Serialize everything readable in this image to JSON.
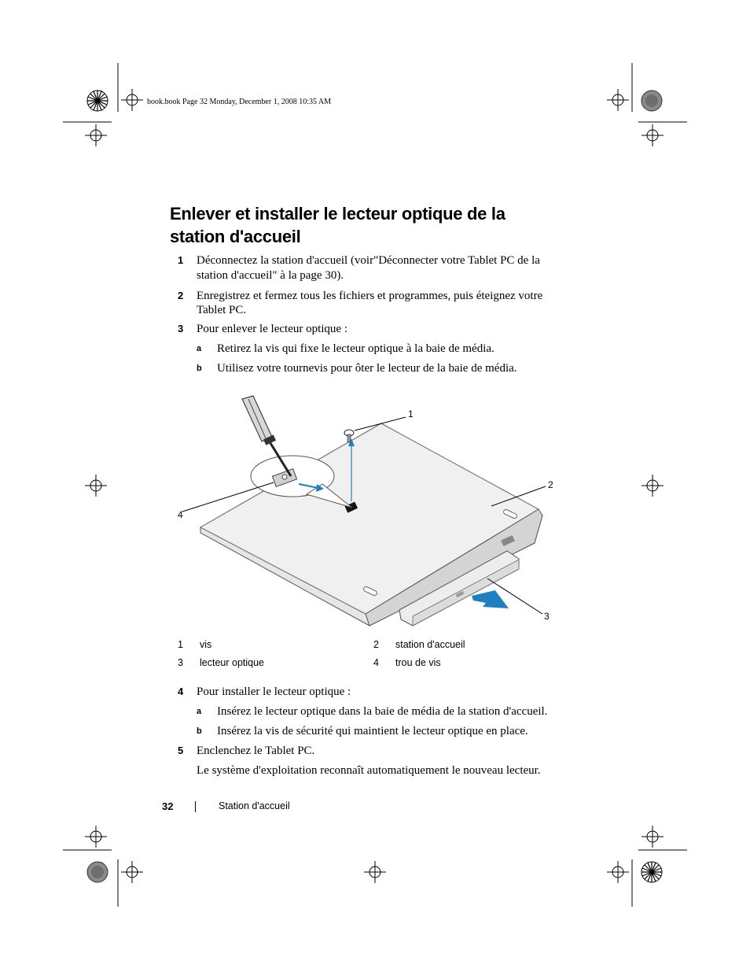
{
  "header": {
    "print_info": "book.book  Page 32  Monday, December 1, 2008  10:35 AM"
  },
  "section_title": "Enlever et installer le lecteur optique de la station d'accueil",
  "steps": [
    {
      "num": "1",
      "text_lines": [
        "Déconnectez la station d'accueil (voir\"Déconnecter votre Tablet PC de la",
        "station d'accueil\" à la page 30)."
      ]
    },
    {
      "num": "2",
      "text_lines": [
        "Enregistrez et fermez tous les fichiers et programmes, puis éteignez votre",
        "Tablet PC."
      ]
    },
    {
      "num": "3",
      "text": "Pour enlever le lecteur optique :",
      "substeps": [
        {
          "letter": "a",
          "text": "Retirez la vis qui fixe le lecteur optique à la baie de média."
        },
        {
          "letter": "b",
          "text": "Utilisez votre tournevis pour ôter le lecteur de la baie de média."
        }
      ]
    },
    {
      "num": "4",
      "text": "Pour installer le lecteur optique :",
      "substeps": [
        {
          "letter": "a",
          "text": "Insérez le lecteur optique dans la baie de média de la station d'accueil."
        },
        {
          "letter": "b",
          "text": "Insérez la vis de sécurité qui maintient le lecteur optique en place."
        }
      ]
    },
    {
      "num": "5",
      "text": "Enclenchez le Tablet PC.",
      "note": "Le système d'exploitation reconnaît automatiquement le nouveau lecteur."
    }
  ],
  "figure": {
    "callouts": [
      "1",
      "2",
      "3",
      "4"
    ]
  },
  "legend": [
    {
      "num": "1",
      "label": "vis"
    },
    {
      "num": "2",
      "label": "station d'accueil"
    },
    {
      "num": "3",
      "label": "lecteur optique"
    },
    {
      "num": "4",
      "label": "trou de vis"
    }
  ],
  "footer": {
    "page_number": "32",
    "section": "Station d'accueil"
  },
  "colors": {
    "arrow_blue": "#1e7fc1",
    "device_gray": "#e6e6e6"
  }
}
